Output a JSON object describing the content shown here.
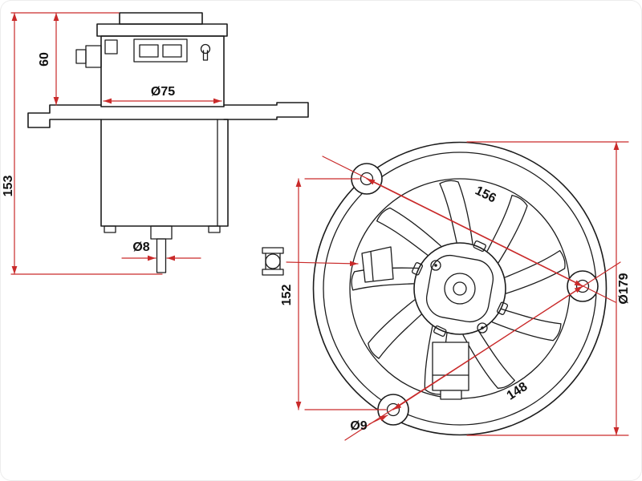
{
  "drawing": {
    "side_view": {
      "dim_60": "60",
      "dim_153": "153",
      "dim_d75": "Ø75",
      "dim_d8": "Ø8"
    },
    "front_view": {
      "dim_156": "156",
      "dim_152": "152",
      "dim_148": "148",
      "dim_d179": "Ø179",
      "dim_d9": "Ø9"
    },
    "colors": {
      "outline": "#1c1c1c",
      "dimension_lines": "#c92a2a",
      "labels": "#111111",
      "background": "#ffffff"
    }
  }
}
